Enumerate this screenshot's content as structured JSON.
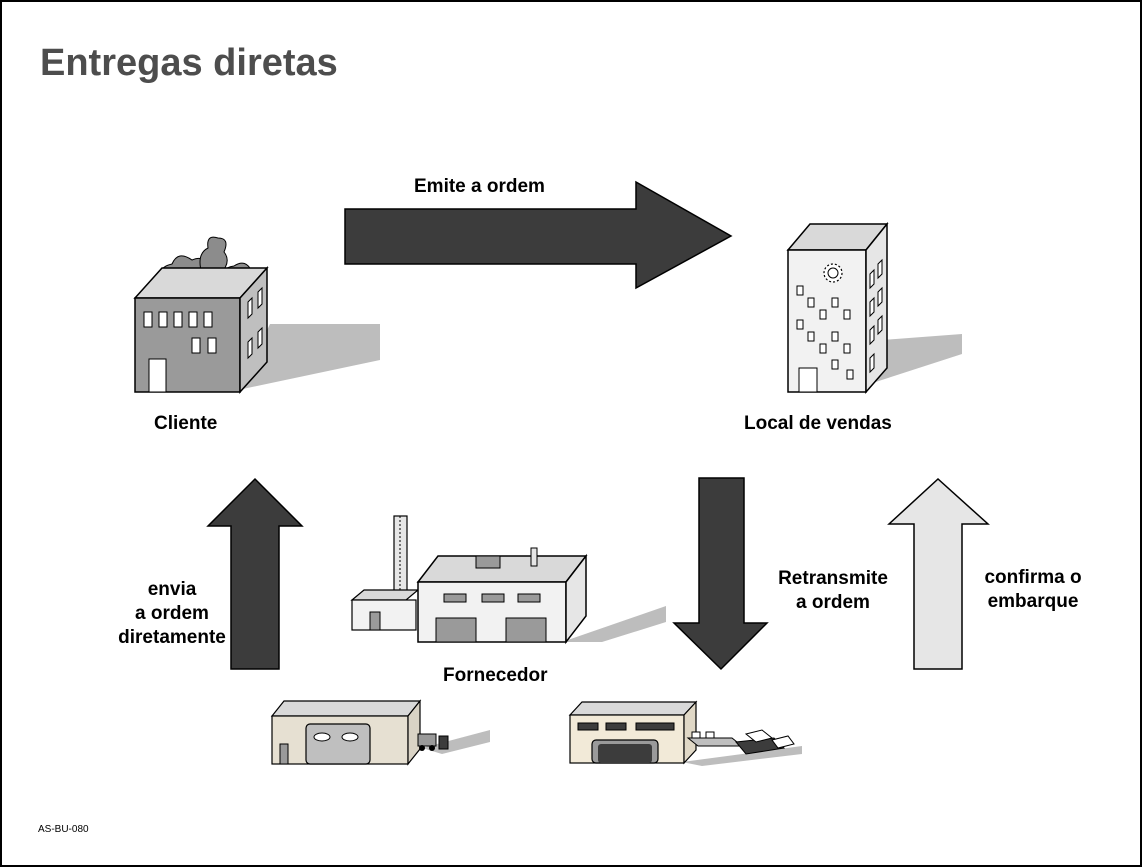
{
  "title": "Entregas diretas",
  "labels": {
    "emits_order": "Emite a ordem",
    "client": "Cliente",
    "sales_office": "Local de vendas",
    "sends_directly": [
      "envia",
      "a ordem",
      "diretamente"
    ],
    "retransmits": [
      "Retransmite",
      "a ordem"
    ],
    "confirms": [
      "confirma o",
      "embarque"
    ],
    "supplier": "Fornecedor"
  },
  "footer_code": "AS-BU-080",
  "colors": {
    "arrow_dark": "#3c3c3c",
    "arrow_light": "#e6e6e6",
    "shadow": "#bdbdbd",
    "building_gray": "#9a9a9a",
    "building_light": "#f2f2f2"
  }
}
